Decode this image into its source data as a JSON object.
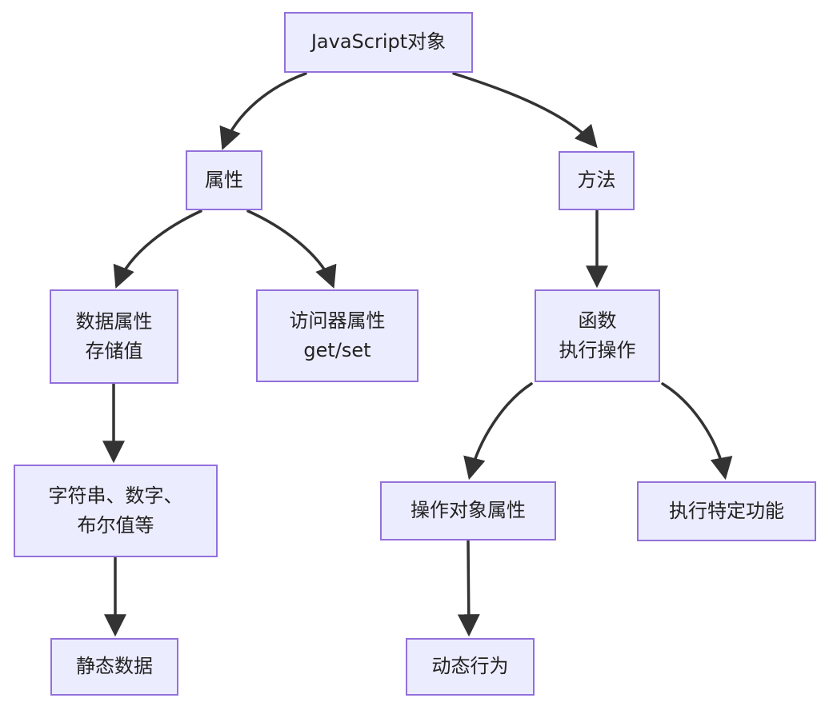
{
  "diagram": {
    "type": "flowchart",
    "direction": "top-down",
    "title": "JavaScript对象",
    "colors": {
      "node_fill": "#ECECFF",
      "node_border": "#9370DB",
      "edge": "#333333",
      "text": "#222222",
      "background": "#FFFFFF"
    },
    "nodes": [
      {
        "id": "root",
        "lines": [
          "JavaScript对象"
        ]
      },
      {
        "id": "properties",
        "lines": [
          "属性"
        ]
      },
      {
        "id": "methods",
        "lines": [
          "方法"
        ]
      },
      {
        "id": "data-property",
        "lines": [
          "数据属性",
          "存储值"
        ]
      },
      {
        "id": "accessor-property",
        "lines": [
          "访问器属性",
          "get/set"
        ]
      },
      {
        "id": "function",
        "lines": [
          "函数",
          "执行操作"
        ]
      },
      {
        "id": "value-types",
        "lines": [
          "字符串、数字、",
          "布尔值等"
        ]
      },
      {
        "id": "operate-props",
        "lines": [
          "操作对象属性"
        ]
      },
      {
        "id": "specific-function",
        "lines": [
          "执行特定功能"
        ]
      },
      {
        "id": "static-data",
        "lines": [
          "静态数据"
        ]
      },
      {
        "id": "dynamic-behavior",
        "lines": [
          "动态行为"
        ]
      }
    ],
    "edges": [
      {
        "from": "JavaScript对象",
        "to": "属性"
      },
      {
        "from": "JavaScript对象",
        "to": "方法"
      },
      {
        "from": "属性",
        "to": "数据属性 存储值"
      },
      {
        "from": "属性",
        "to": "访问器属性 get/set"
      },
      {
        "from": "方法",
        "to": "函数 执行操作"
      },
      {
        "from": "数据属性 存储值",
        "to": "字符串、数字、布尔值等"
      },
      {
        "from": "字符串、数字、布尔值等",
        "to": "静态数据"
      },
      {
        "from": "函数 执行操作",
        "to": "操作对象属性"
      },
      {
        "from": "函数 执行操作",
        "to": "执行特定功能"
      },
      {
        "from": "操作对象属性",
        "to": "动态行为"
      }
    ]
  }
}
